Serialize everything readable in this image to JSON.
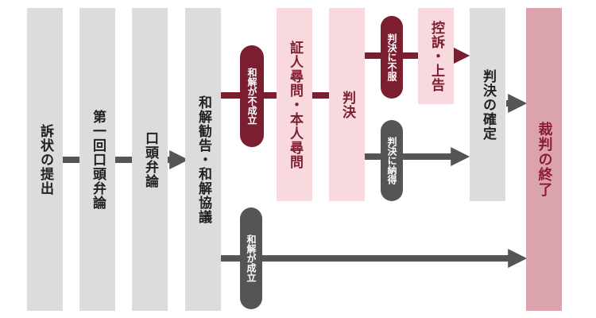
{
  "colors": {
    "gray_box": "#dcdcdc",
    "pink_box": "#f7d9de",
    "end_box": "#dba3ad",
    "maroon": "#7a1e30",
    "dark": "#555555"
  },
  "nodes": {
    "petition": "訴状の提出",
    "first_hearing": "第一回口頭弁論",
    "oral_argument": "口頭弁論",
    "settlement_talks": "和解勧告・和解協議",
    "witness_exam": "証人尋問・本人尋問",
    "judgment": "判決",
    "appeal": "控訴・上告",
    "judgment_final": "判決の確定",
    "case_end": "裁判の終了"
  },
  "labels": {
    "settlement_failed": "和解が不成立",
    "judgment_dissatisfied": "判決に不服",
    "judgment_accepted": "判決に納得",
    "settlement_reached": "和解が成立"
  }
}
